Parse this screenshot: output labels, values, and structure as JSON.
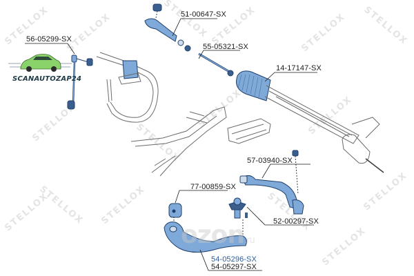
{
  "diagram": {
    "type": "exploded parts diagram — front suspension and steering",
    "watermark_text": "STELLOX",
    "overlay_watermark": {
      "text": "ozon",
      "suffix": ".ru"
    },
    "logo": {
      "text": "SCANAUTOZAP24",
      "icon": "car-icon"
    },
    "colors": {
      "part_fill": "#7fa9d8",
      "part_outline": "#1f3f6b",
      "line_art": "#6a6a6a",
      "label_text": "#1a1a1a",
      "highlight_label": "#2a5d9f",
      "watermark": "#e4e4e4",
      "logo_car": "#8ad26a"
    },
    "parts": [
      {
        "id": "stabilizer-link",
        "part_number": "56-05299-SX",
        "description": "stabilizer link"
      },
      {
        "id": "tie-rod-end",
        "part_number": "51-00647-SX",
        "description": "tie rod end"
      },
      {
        "id": "inner-tie-rod",
        "part_number": "55-05321-SX",
        "description": "inner tie rod / axial joint"
      },
      {
        "id": "steering-boot",
        "part_number": "14-17147-SX",
        "description": "steering rack boot"
      },
      {
        "id": "upper-control-arm",
        "part_number": "57-03940-SX",
        "description": "control arm"
      },
      {
        "id": "arm-bushing",
        "part_number": "77-00859-SX",
        "description": "control arm bushing"
      },
      {
        "id": "ball-joint",
        "part_number": "52-00297-SX",
        "description": "ball joint"
      },
      {
        "id": "lower-control-arm",
        "part_number": "54-05296-SX",
        "description": "lower control arm",
        "highlighted": true
      },
      {
        "id": "lower-control-arm-alt",
        "part_number": "54-05297-SX",
        "description": "lower control arm"
      }
    ]
  }
}
